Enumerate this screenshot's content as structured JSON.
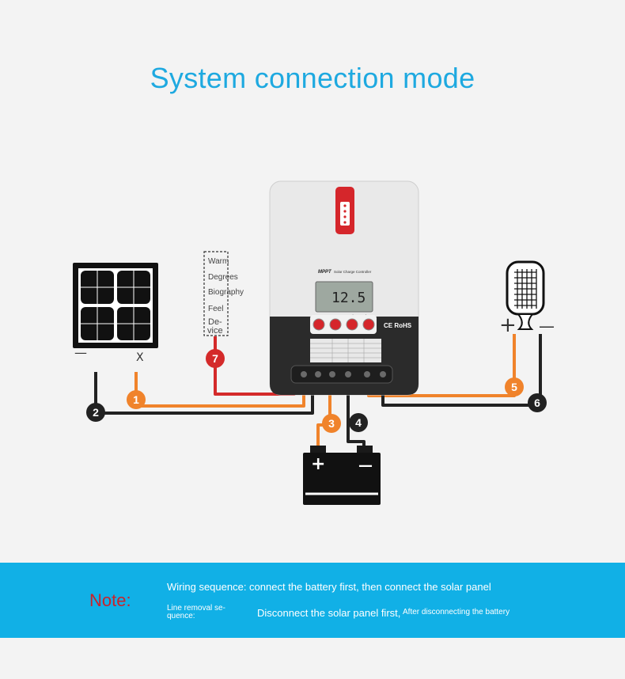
{
  "title": "System connection mode",
  "sensor_labels": [
    "Warm",
    "Degrees",
    "Biography",
    "Feel",
    "De-",
    "vice"
  ],
  "panel_neg": "—",
  "panel_x": "X",
  "lamp_pos": "+",
  "lamp_neg": "—",
  "controller": {
    "brand": "MPPT",
    "subtitle": "Solar Charge Controller",
    "lcd_value": "12.5",
    "ce": "CE RoHS"
  },
  "battery": {
    "pos": "+",
    "neg": "—"
  },
  "nodes": [
    "1",
    "2",
    "3",
    "4",
    "5",
    "6",
    "7"
  ],
  "colors": {
    "accent": "#1ea9e0",
    "orange": "#f0832b",
    "dark": "#222222",
    "red": "#d42a2a",
    "note_bar": "#11b0e6"
  },
  "note": {
    "label": "Note:",
    "wiring_sequence": "Wiring sequence: connect the battery first, then connect the solar panel",
    "removal_label": "Line removal se-quence:",
    "removal_text": "Disconnect the solar panel first,",
    "removal_tail": "After disconnecting the battery"
  }
}
